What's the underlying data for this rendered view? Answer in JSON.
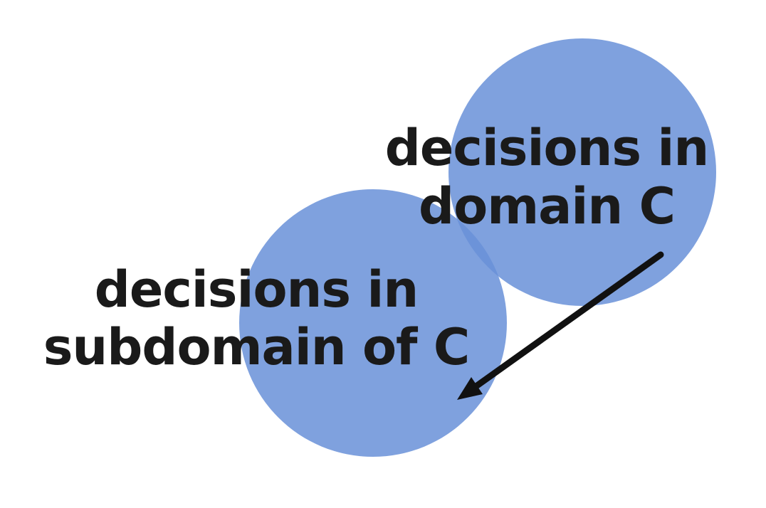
{
  "diagram": {
    "background_color": "#ffffff",
    "circle_fill_color": "#6890D8",
    "circle_fill_opacity_note": "circles are slightly translucent so the small overlap shows as a darker seam",
    "text_color": "#1a1a1a",
    "arrow_color": "#111111",
    "labels": {
      "domain": {
        "line1": "decisions in",
        "line2": "domain C"
      },
      "subdomain": {
        "line1": "decisions in",
        "line2": "subdomain of C"
      }
    }
  }
}
